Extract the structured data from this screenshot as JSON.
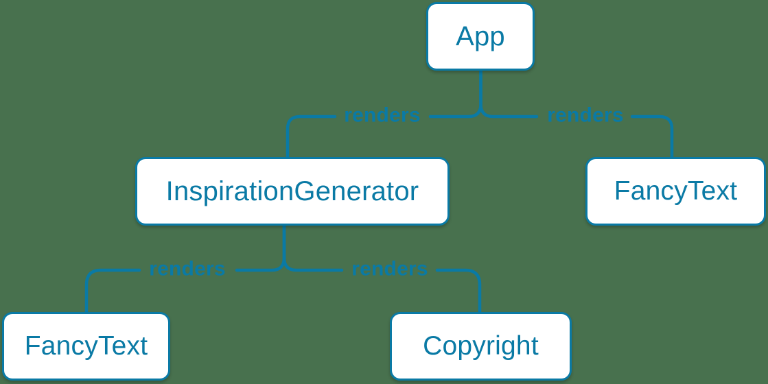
{
  "diagram": {
    "kind": "component-render-tree",
    "nodes": [
      {
        "id": "app",
        "label": "App"
      },
      {
        "id": "inspiration-generator",
        "label": "InspirationGenerator"
      },
      {
        "id": "fancy-text-top",
        "label": "FancyText"
      },
      {
        "id": "fancy-text-bottom",
        "label": "FancyText"
      },
      {
        "id": "copyright",
        "label": "Copyright"
      }
    ],
    "edges": [
      {
        "from": "App",
        "to": "InspirationGenerator",
        "label": "renders"
      },
      {
        "from": "App",
        "to": "FancyText",
        "label": "renders"
      },
      {
        "from": "InspirationGenerator",
        "to": "FancyText",
        "label": "renders"
      },
      {
        "from": "InspirationGenerator",
        "to": "Copyright",
        "label": "renders"
      }
    ],
    "colors": {
      "accent": "#0a7aa5",
      "background": "#48714e",
      "node_fill": "#ffffff"
    }
  }
}
